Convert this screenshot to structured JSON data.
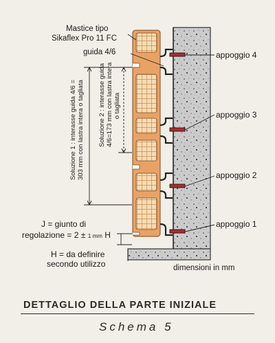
{
  "labels": {
    "mastice_line1": "Mastice tipo",
    "mastice_line2": "Sikaflex Pro 11 FC",
    "guida": "guida 4/6",
    "appoggio_4": "appoggio 4",
    "appoggio_3": "appoggio 3",
    "appoggio_2": "appoggio 2",
    "appoggio_1": "appoggio 1",
    "soluzione1_line1": "Soluzione 1 : interasse guida 4/6 =",
    "soluzione1_line2": "303 mm con lastra intera o tagliata",
    "soluzione2_line1": "Soluzione 2 : interasse guida",
    "soluzione2_line2": "4/6=173 mm con lastra intera",
    "soluzione2_line3": "o tagliata",
    "giunto_line1": "J = giunto di",
    "giunto_line2": "regolazione = 2",
    "giunto_pm": "±",
    "giunto_tol": "1 mm",
    "giunto_H": "H",
    "H_line1": "H = da definire",
    "H_line2": "secondo utilizzo",
    "dimensioni": "dimensioni in mm"
  },
  "caption": {
    "title": "DETTAGLIO DELLA PARTE INIZIALE",
    "schema": "Schema 5"
  },
  "colors": {
    "background": "#f2efe8",
    "panel_orange": "#e9a266",
    "panel_cell": "#f6dcb6",
    "wall_gray": "#c9c9c9",
    "ink": "#1a1a1a"
  }
}
